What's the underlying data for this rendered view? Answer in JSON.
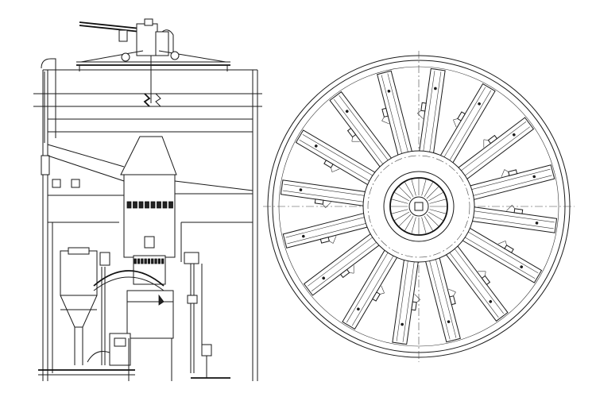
{
  "figure": {
    "views": [
      "side-elevation",
      "plan-view"
    ],
    "plan_view": {
      "rake_arm_count": 16
    }
  }
}
